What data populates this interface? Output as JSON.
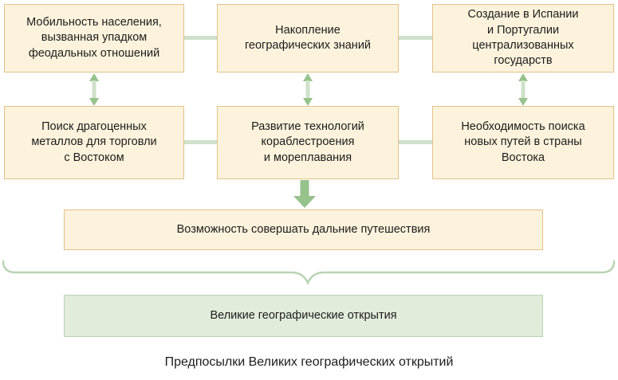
{
  "caption": "Предпосылки Великих географических открытий",
  "boxes": {
    "top": [
      "Мобильность населения,\nвызванная упадком\nфеодальных отношений",
      "Накопление\nгеографических знаний",
      "Создание в Испании\nи Португалии\nцентрализованных\nгосударств"
    ],
    "middle": [
      "Поиск драгоценных\nметаллов для торговли\nс Востоком",
      "Развитие технологий\nкораблестроения\nи мореплавания",
      "Необходимость поиска\nновых путей в страны\nВостока"
    ],
    "possibility": "Возможность совершать дальние путешествия",
    "result": "Великие географические открытия"
  },
  "colors": {
    "box_fill": "#fdf3dd",
    "box_border": "#e4c089",
    "result_fill": "#e1ecdb",
    "result_border": "#bdd3b6",
    "connector": "#cfe1ca",
    "arrow": "#96c28c",
    "brace": "#b9d4b3",
    "text": "#1c1c1c"
  }
}
